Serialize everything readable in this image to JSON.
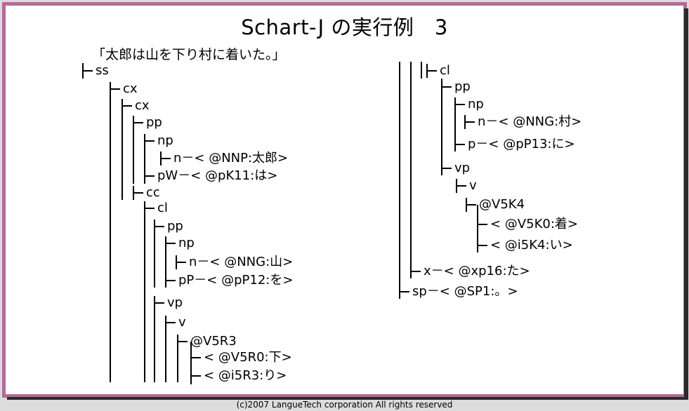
{
  "title": "Schart-J の実行例　3",
  "sentence": "「太郎は山を下り村に着いた。」",
  "footer": "(c)2007 LangueTech corporation All rights reserved",
  "tree": {
    "left": [
      "ss",
      "cx",
      "cx",
      "pp",
      "np",
      "n－< @NNP:太郎>",
      "pW－< @pK11:は>",
      "cc",
      "cl",
      "pp",
      "np",
      "n－< @NNG:山>",
      "pP－< @pP12:を>",
      "vp",
      "v",
      "@V5R3",
      "< @V5R0:下>",
      "< @i5R3:り>"
    ],
    "right": [
      "cl",
      "pp",
      "np",
      "n－< @NNG:村>",
      "p－< @pP13:に>",
      "vp",
      "v",
      "@V5K4",
      "< @V5K0:着>",
      "< @i5K4:い>",
      "x－< @xp16:た>",
      "sp－< @SP1:。>"
    ]
  }
}
